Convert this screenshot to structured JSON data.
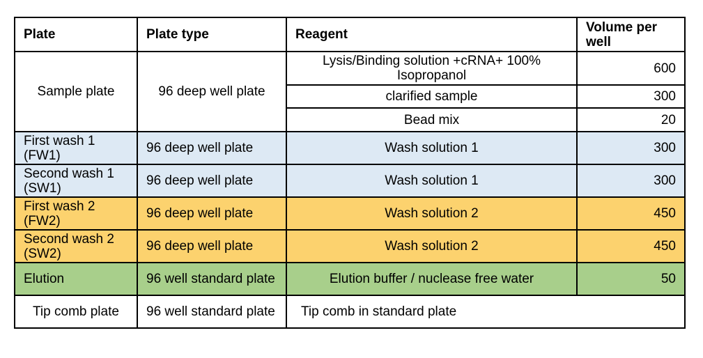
{
  "headers": {
    "plate": "Plate",
    "plate_type": "Plate type",
    "reagent": "Reagent",
    "volume": "Volume per well"
  },
  "sample_plate": {
    "plate": "Sample plate",
    "plate_type": "96 deep well plate",
    "rows": [
      {
        "reagent": "Lysis/Binding solution +cRNA+ 100% Isopropanol",
        "volume": "600"
      },
      {
        "reagent": "clarified sample",
        "volume": "300"
      },
      {
        "reagent": "Bead mix",
        "volume": "20"
      }
    ]
  },
  "rows": [
    {
      "plate": "First wash 1 (FW1)",
      "plate_type": "96 deep well plate",
      "reagent": "Wash solution 1",
      "volume": "300",
      "color": "#dde9f4"
    },
    {
      "plate": "Second wash 1 (SW1)",
      "plate_type": "96 deep well plate",
      "reagent": "Wash solution 1",
      "volume": "300",
      "color": "#dde9f4"
    },
    {
      "plate": "First wash 2 (FW2)",
      "plate_type": "96 deep well plate",
      "reagent": "Wash solution 2",
      "volume": "450",
      "color": "#fcd26e"
    },
    {
      "plate": "Second wash 2 (SW2)",
      "plate_type": "96 deep well plate",
      "reagent": "Wash solution 2",
      "volume": "450",
      "color": "#fcd26e"
    },
    {
      "plate": "Elution",
      "plate_type": "96  well standard plate",
      "reagent": "Elution buffer / nuclease free water",
      "volume": "50",
      "color": "#a8cf8b"
    }
  ],
  "tip_comb": {
    "plate": "Tip comb plate",
    "plate_type": "96  well standard plate",
    "reagent": "Tip comb in standard plate"
  }
}
